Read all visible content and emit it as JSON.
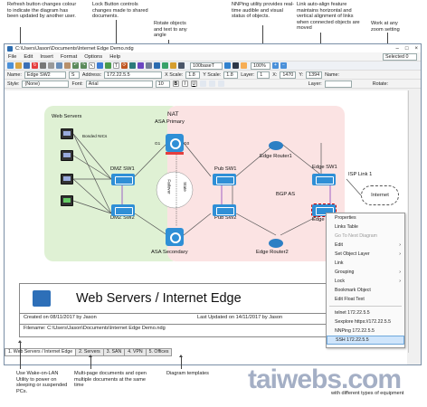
{
  "callouts": {
    "refresh": "Refresh button changes colour to indicate the diagram has been updated by another user.",
    "lock": "Lock Button controls changes made to shared documents.",
    "rotate": "Rotate objects and text to any angle",
    "nnping": "NNPing utility provides real-time audible and visual status of objects.",
    "autoalign": "Link auto-align feature maintains horizontal and vertical alignment of links when connected objects are moved",
    "zoom": "Work at any zoom setting",
    "wol": "Use Wake-on-LAN Utility to power on sleeping or suspended PCs.",
    "multipage": "Multi-page documents and open multiple documents at the same time",
    "templates": "Diagram templates",
    "equipment": "with different types of equipment"
  },
  "window": {
    "title": "C:\\Users\\Jason\\Documents\\Internet Edge Demo.ndg",
    "minimize": "–",
    "maximize": "□",
    "close": "×"
  },
  "menu": [
    "File",
    "Edit",
    "Insert",
    "Format",
    "Options",
    "Help"
  ],
  "toolbar": {
    "selected_label": "Selected",
    "selected_value": "0",
    "font_select": "100baseT",
    "zoom": "100%"
  },
  "propbar1": {
    "name_label": "Name:",
    "name_value": "Edge SW2",
    "s_value": "S",
    "address_label": "Address:",
    "address_value": "172.22.5.5",
    "xscale_label": "X Scale:",
    "xscale_value": "1.8",
    "yscale_label": "Y Scale:",
    "yscale_value": "1.8",
    "layer_label": "Layer:",
    "layer_value": "1",
    "x_label": "X:",
    "x_value": "1470",
    "y_label": "Y:",
    "y_value": "1394",
    "name2_label": "Name:"
  },
  "propbar2": {
    "style_label": "Style:",
    "style_value": "(None)",
    "font_label": "Font:",
    "font_value": "Arial",
    "size_value": "10",
    "layer_label": "Layer:",
    "rotate_label": "Rotate:"
  },
  "diagram": {
    "web_servers": "Web Servers",
    "nat": "NAT",
    "asa_primary": "ASA Primary",
    "asa_secondary": "ASA Secondary",
    "dmz_sw1": "DMZ SW1",
    "dmz_sw2": "DMZ SW2",
    "pub_sw1": "Pub SW1",
    "pub_sw2": "Pub SW2",
    "edge_router1": "Edge Router1",
    "edge_router2": "Edge Router2",
    "edge_sw1": "Edge SW1",
    "edge_sw2": "Edge S",
    "bgp": "BGP AS",
    "isp": "ISP Link 1",
    "internet": "Internet",
    "failover": "Failover",
    "state": "State",
    "g0": "G0",
    "g1": "G1",
    "bonded": "Bonded NICs"
  },
  "footer": {
    "heading": "Web Servers / Internet Edge",
    "created": "Created on 08/11/2017 by Jason",
    "updated": "Last Updated on 14/11/2017 by Jason",
    "filename": "Filename: C:\\Users\\Jason\\Documents\\Internet Edge Demo.ndg"
  },
  "tabs": [
    "1. Web Servers / Internet Edge",
    "2. Servers",
    "3. SAN",
    "4. VPN",
    "5. Offices"
  ],
  "context_menu": [
    {
      "label": "Properties",
      "type": "item"
    },
    {
      "label": "Links Table",
      "type": "item"
    },
    {
      "label": "Go To Next Diagram",
      "type": "disabled"
    },
    {
      "label": "Edit",
      "type": "submenu"
    },
    {
      "label": "Set Object Layer",
      "type": "submenu"
    },
    {
      "label": "Link",
      "type": "item"
    },
    {
      "label": "Grouping",
      "type": "submenu"
    },
    {
      "label": "Lock",
      "type": "submenu"
    },
    {
      "label": "Bookmark Object",
      "type": "item"
    },
    {
      "label": "Edit Float Text",
      "type": "item"
    },
    {
      "label": "telnet 172.22.5.5",
      "type": "item"
    },
    {
      "label": "Sexplore https://172.22.5.5",
      "type": "item"
    },
    {
      "label": "NNPing 172.22.5.5",
      "type": "item"
    },
    {
      "label": "SSH 172.22.5.5",
      "type": "highlight"
    }
  ],
  "watermark": "taiwebs.com",
  "colors": {
    "accent": "#2f8fd6",
    "zone_green": "#dff1d4",
    "zone_pink": "#fbe3e3"
  }
}
